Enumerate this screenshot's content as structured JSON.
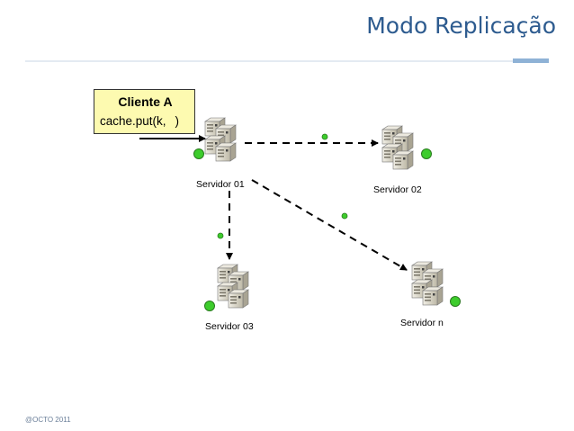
{
  "slide": {
    "title": "Modo Replicação",
    "footer": "@OCTO 2011"
  },
  "client": {
    "title": "Cliente A",
    "code": "cache.put(k,",
    "code_close": ")"
  },
  "servers": [
    {
      "label": "Servidor 01"
    },
    {
      "label": "Servidor 02"
    },
    {
      "label": "Servidor 03"
    },
    {
      "label": "Servidor n"
    }
  ],
  "colors": {
    "title": "#2d5b8f",
    "accent_bar": "#8fb2d6",
    "client_fill": "#fdfab0",
    "data_dot": "#3dcc2c"
  }
}
